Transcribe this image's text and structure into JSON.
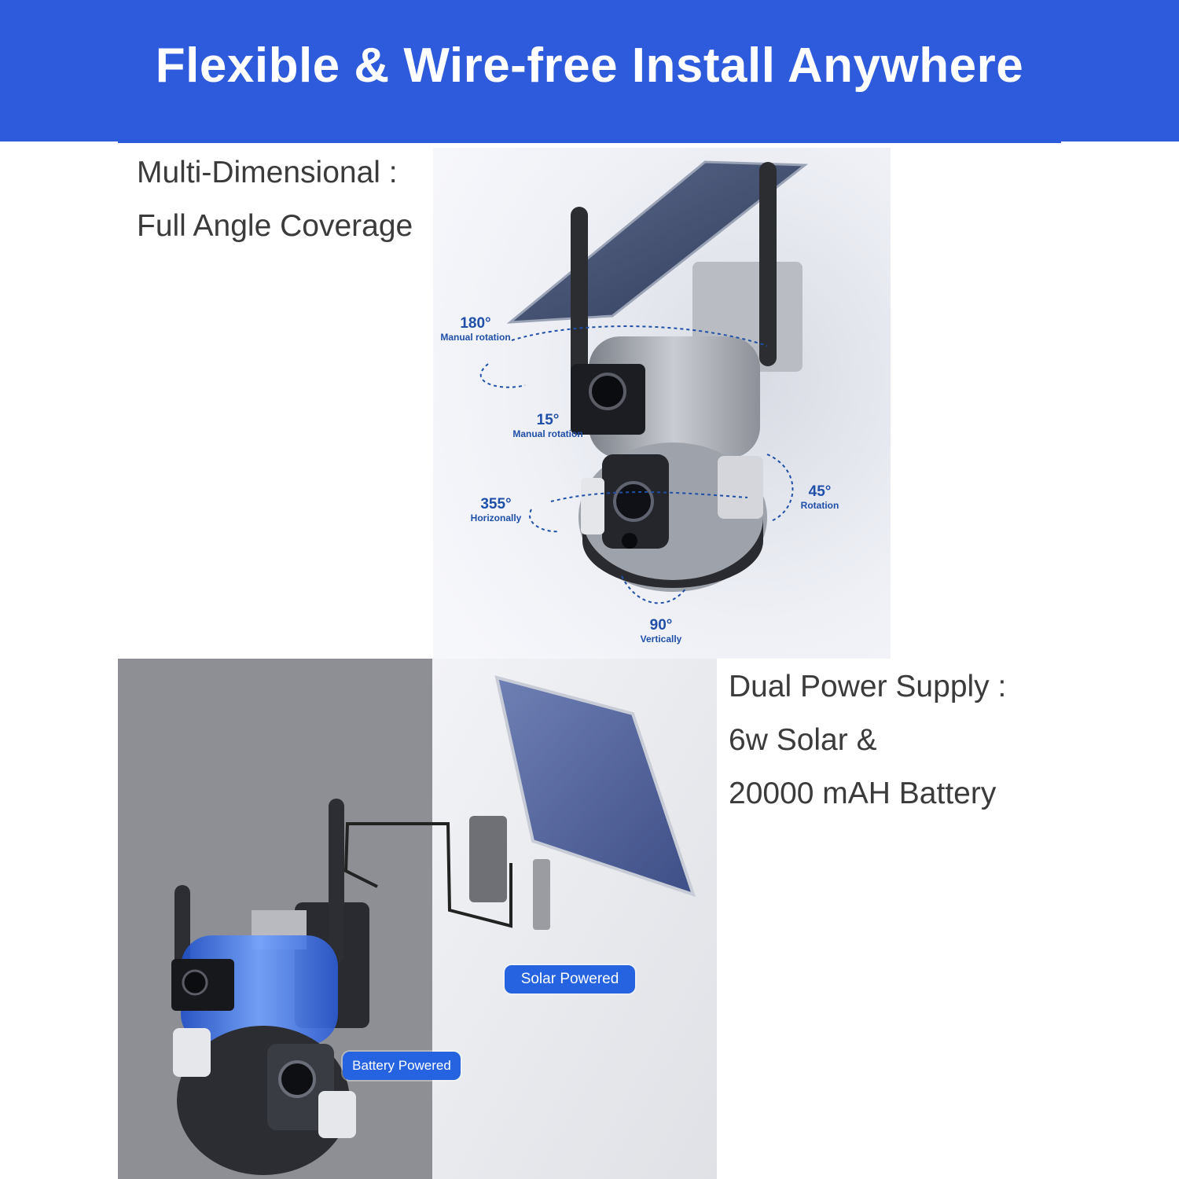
{
  "banner": {
    "title": "Flexible & Wire-free Install Anywhere",
    "color": "#2d5bdc"
  },
  "section_coverage": {
    "heading_line1": "Multi-Dimensional :",
    "heading_line2": "Full Angle Coverage",
    "callouts": [
      {
        "degrees": "180°",
        "label": "Manual rotation"
      },
      {
        "degrees": "15°",
        "label": "Manual rotation"
      },
      {
        "degrees": "355°",
        "label": "Horizonally"
      },
      {
        "degrees": "45°",
        "label": "Rotation"
      },
      {
        "degrees": "90°",
        "label": "Vertically"
      }
    ]
  },
  "section_power": {
    "heading_line1": "Dual Power Supply :",
    "heading_line2": "6w Solar &",
    "heading_line3": "20000 mAH Battery",
    "badge_solar": "Solar Powered",
    "badge_battery": "Battery Powered"
  }
}
